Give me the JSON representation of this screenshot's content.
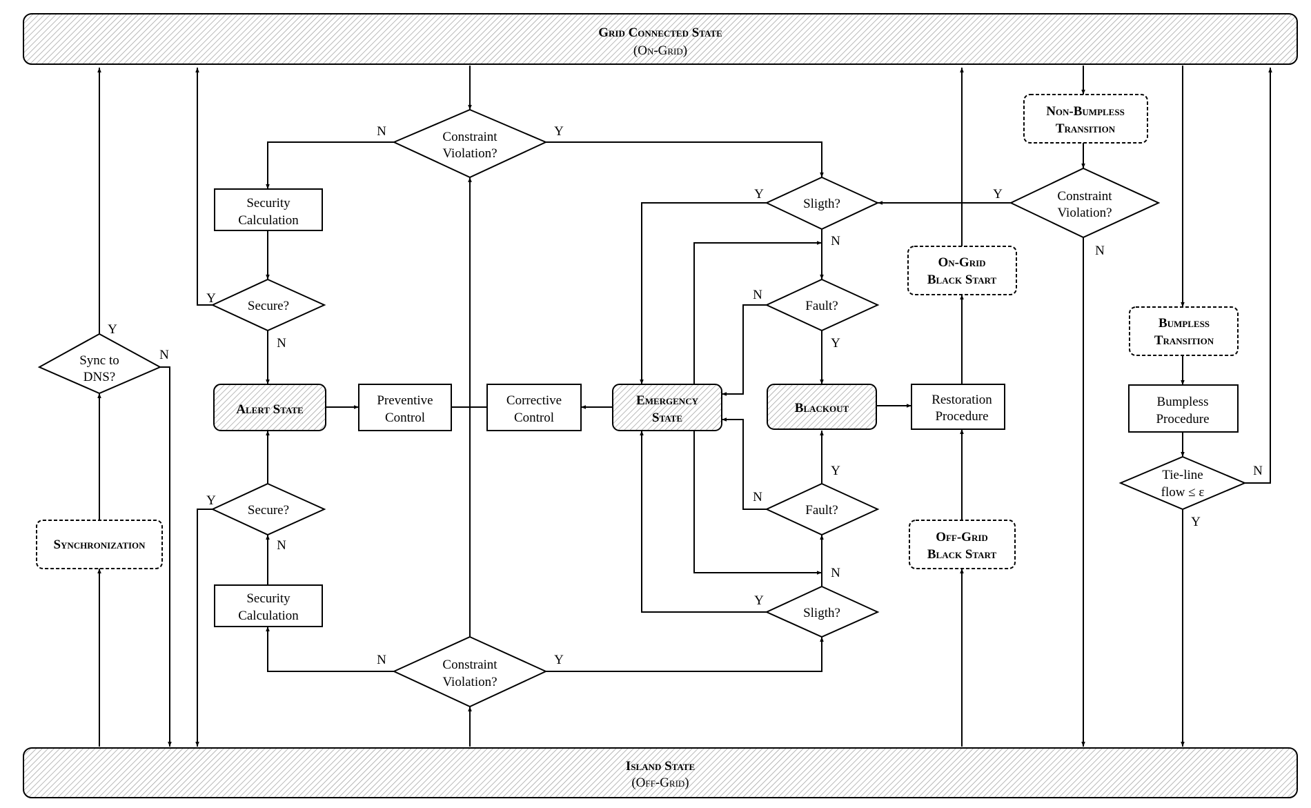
{
  "states": {
    "grid_title": "Grid Connected State",
    "grid_sub": "(On-Grid)",
    "island_title": "Island State",
    "island_sub": "(Off-Grid)",
    "alert": "Alert State",
    "emergency_1": "Emergency",
    "emergency_2": "State",
    "blackout": "Blackout"
  },
  "boxes": {
    "security_calc_1": "Security",
    "security_calc_2": "Calculation",
    "preventive_1": "Preventive",
    "preventive_2": "Control",
    "corrective_1": "Corrective",
    "corrective_2": "Control",
    "restoration_1": "Restoration",
    "restoration_2": "Procedure",
    "bumpless_proc_1": "Bumpless",
    "bumpless_proc_2": "Procedure"
  },
  "dashed": {
    "non_bumpless_1": "Non-Bumpless",
    "non_bumpless_2": "Transition",
    "bumpless_1": "Bumpless",
    "bumpless_2": "Transition",
    "on_grid_bs_1": "On-Grid",
    "on_grid_bs_2": "Black Start",
    "off_grid_bs_1": "Off-Grid",
    "off_grid_bs_2": "Black Start",
    "synchronization": "Synchronization"
  },
  "decisions": {
    "constraint_1": "Constraint",
    "constraint_2": "Violation?",
    "slight": "Sligth?",
    "fault": "Fault?",
    "secure": "Secure?",
    "sync_1": "Sync to",
    "sync_2": "DNS?",
    "tieline_1": "Tie-line",
    "tieline_2": "flow ≤ ε"
  },
  "labels": {
    "yes": "Y",
    "no": "N"
  }
}
